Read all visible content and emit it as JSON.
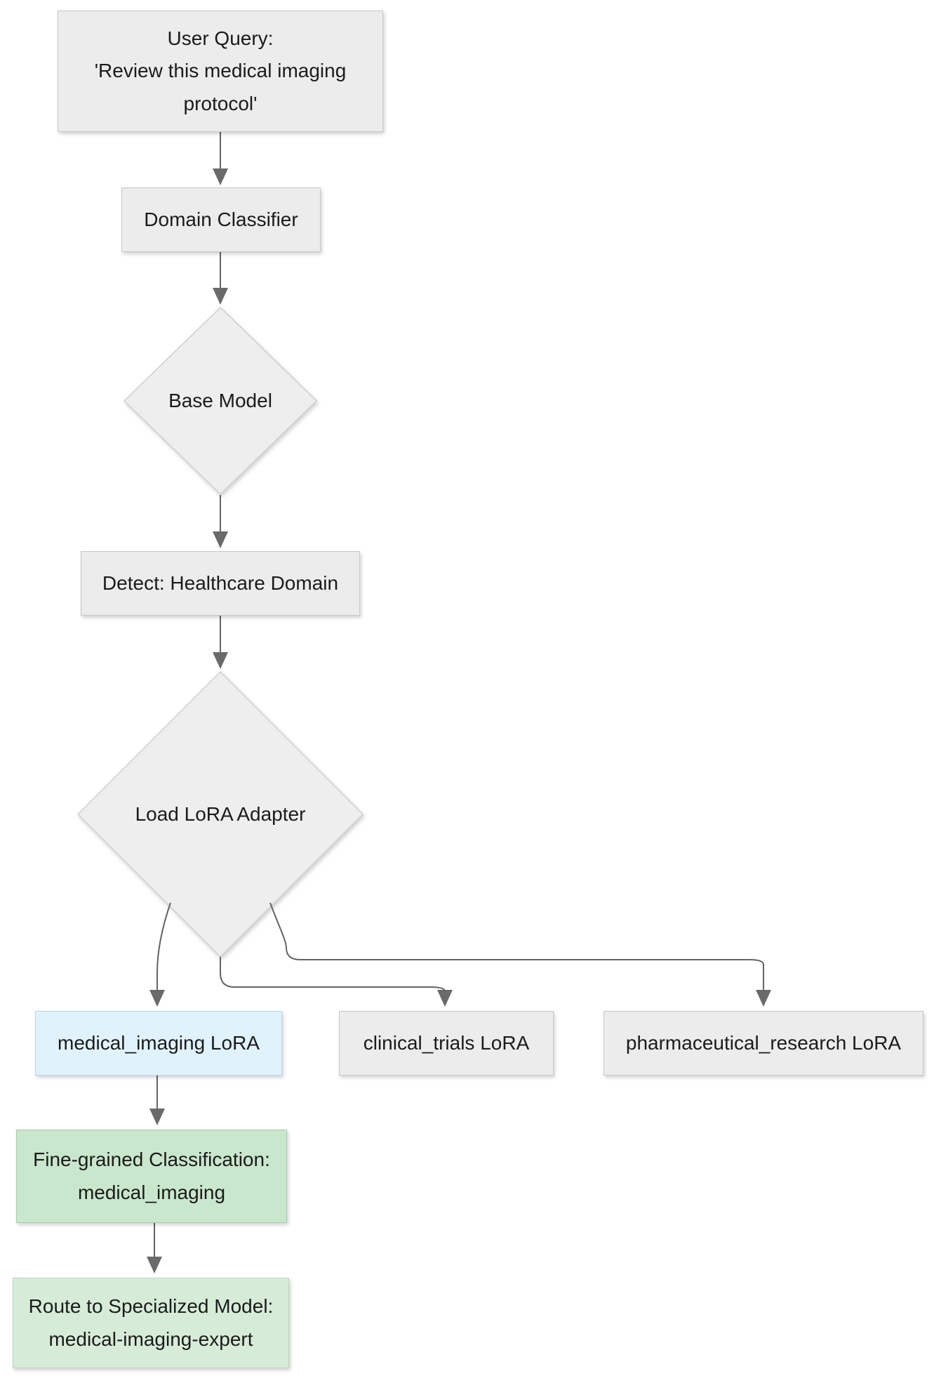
{
  "diagram": {
    "type": "flowchart",
    "direction": "top-down",
    "nodes": {
      "user_query": {
        "shape": "rect",
        "lines": [
          "User Query:",
          "'Review this medical imaging",
          "protocol'"
        ],
        "fill": "#ececec"
      },
      "domain_classifier": {
        "shape": "rect",
        "label": "Domain Classifier",
        "fill": "#ececec"
      },
      "base_model": {
        "shape": "diamond",
        "label": "Base Model",
        "fill": "#eeeeee"
      },
      "detect_healthcare": {
        "shape": "rect",
        "label": "Detect: Healthcare Domain",
        "fill": "#ececec"
      },
      "load_lora": {
        "shape": "diamond",
        "label": "Load LoRA Adapter",
        "fill": "#eeeeee"
      },
      "medical_imaging_lora": {
        "shape": "rect",
        "label": "medical_imaging LoRA",
        "fill": "#e0f2fc"
      },
      "clinical_trials_lora": {
        "shape": "rect",
        "label": "clinical_trials LoRA",
        "fill": "#ececec"
      },
      "pharmaceutical_research_lora": {
        "shape": "rect",
        "label": "pharmaceutical_research LoRA",
        "fill": "#ececec"
      },
      "fine_grained_classification": {
        "shape": "rect",
        "lines": [
          "Fine-grained Classification:",
          "medical_imaging"
        ],
        "fill": "#c9e7cc"
      },
      "route_to_specialized_model": {
        "shape": "rect",
        "lines": [
          "Route to Specialized Model:",
          "medical-imaging-expert"
        ],
        "fill": "#d6ecd8"
      }
    },
    "edges": [
      {
        "from": "user_query",
        "to": "domain_classifier"
      },
      {
        "from": "domain_classifier",
        "to": "base_model"
      },
      {
        "from": "base_model",
        "to": "detect_healthcare"
      },
      {
        "from": "detect_healthcare",
        "to": "load_lora"
      },
      {
        "from": "load_lora",
        "to": "medical_imaging_lora"
      },
      {
        "from": "load_lora",
        "to": "clinical_trials_lora"
      },
      {
        "from": "load_lora",
        "to": "pharmaceutical_research_lora"
      },
      {
        "from": "medical_imaging_lora",
        "to": "fine_grained_classification"
      },
      {
        "from": "fine_grained_classification",
        "to": "route_to_specialized_model"
      }
    ],
    "colors": {
      "background": "#ffffff",
      "node_fill_gray": "#ececec",
      "node_border_gray": "#c9c9c9",
      "highlight_blue": "#e0f2fc",
      "green_primary": "#c9e7cc",
      "green_secondary": "#d6ecd8",
      "edge_line": "#646464",
      "text": "#1b1b1b"
    }
  }
}
